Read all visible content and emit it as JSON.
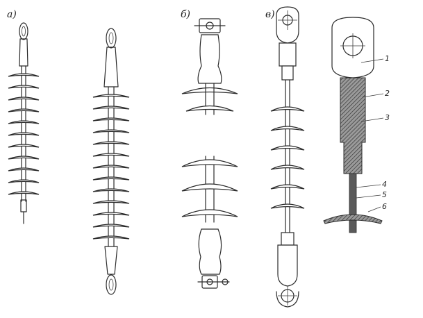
{
  "panels": {
    "a_label": "а)",
    "b_label": "б)",
    "c_label": "в)"
  },
  "callouts": [
    "1",
    "2",
    "3",
    "4",
    "5",
    "6"
  ],
  "colors": {
    "ink": "#2a2a2a",
    "paper": "#ffffff",
    "shade": "#5a5a5a"
  }
}
